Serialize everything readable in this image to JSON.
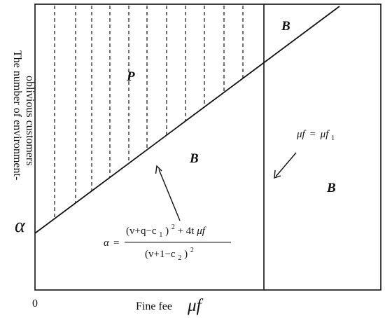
{
  "diagram": {
    "y_axis_label_line1": "The number of environment-",
    "y_axis_label_line2": "oblivious customers",
    "alpha_symbol": "α",
    "origin_label": "0",
    "x_axis_label": "Fine fee",
    "x_axis_symbol": "μf",
    "regions": {
      "p_label": "P",
      "b_top_right": "B",
      "b_middle": "B",
      "b_right": "B"
    },
    "threshold_formula": {
      "lhs": "μf",
      "equals": "=",
      "rhs": "μf",
      "rhs_sub": "1"
    },
    "boundary_formula": {
      "lhs": "α",
      "equals": "=",
      "num_open": "(v+q−c",
      "num_sub": "1",
      "num_close": ")",
      "num_sup": "2",
      "num_rest": " + 4t",
      "num_mu": "μf",
      "den_open": "(v+1−c",
      "den_sub": "2",
      "den_close": ")",
      "den_sup": "2"
    },
    "colors": {
      "ink": "#111111",
      "background": "#ffffff"
    }
  }
}
